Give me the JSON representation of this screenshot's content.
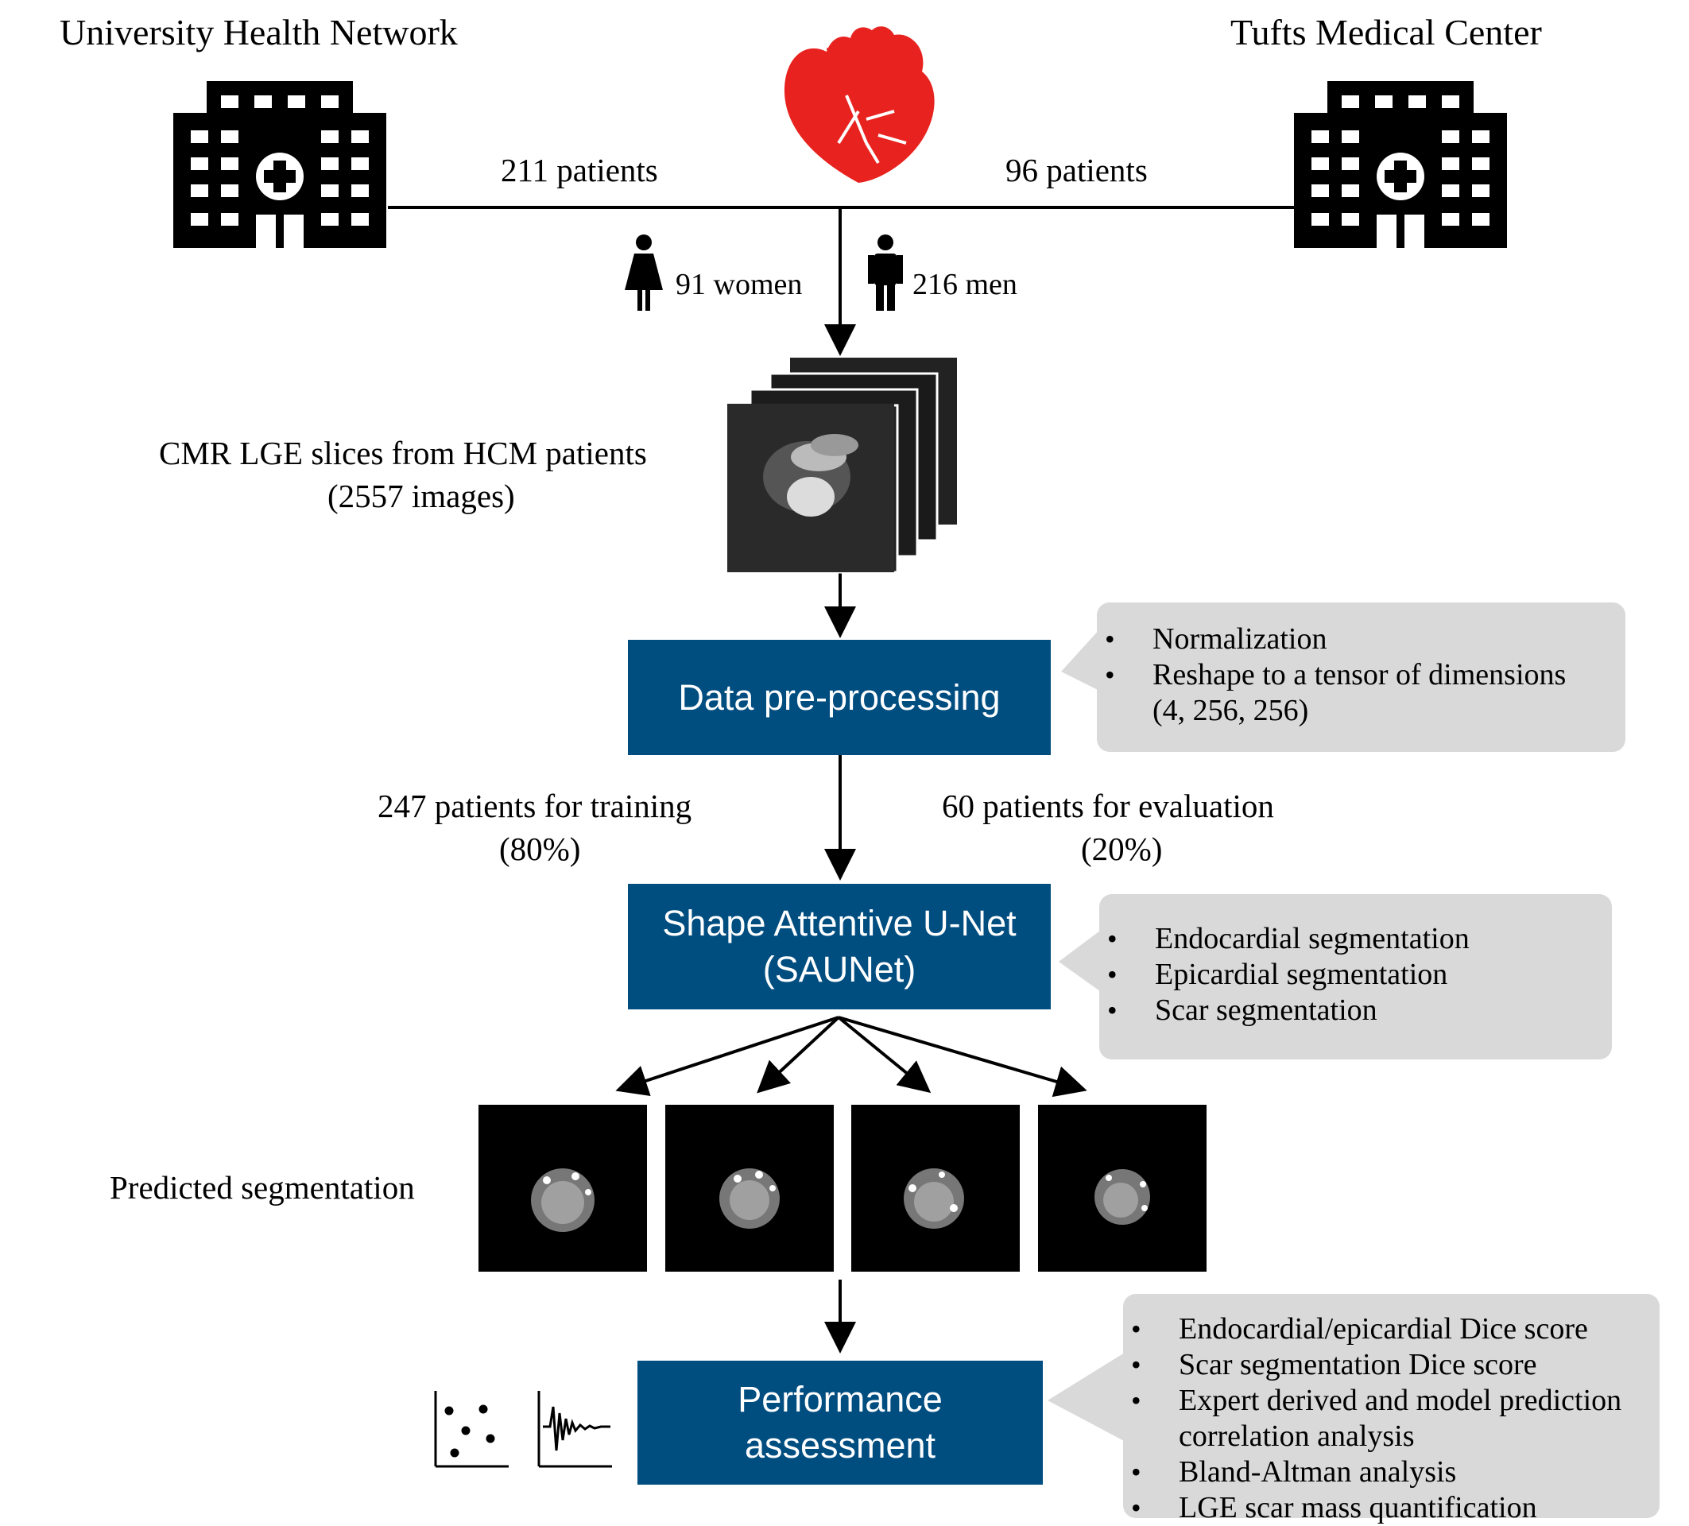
{
  "sites": {
    "left": {
      "name": "University Health Network",
      "patients": "211 patients"
    },
    "right": {
      "name": "Tufts Medical Center",
      "patients": "96 patients"
    }
  },
  "demographics": {
    "women": "91 women",
    "men": "216 men"
  },
  "images": {
    "label_line1": "CMR LGE slices from HCM patients",
    "label_line2": "(2557 images)"
  },
  "preprocessing": {
    "title": "Data pre-processing",
    "bullets": [
      "Normalization",
      "Reshape to a tensor of dimensions",
      "(4, 256, 256)"
    ]
  },
  "split": {
    "training_line1": "247 patients for training",
    "training_line2": "(80%)",
    "evaluation_line1": "60 patients for evaluation",
    "evaluation_line2": "(20%)"
  },
  "model": {
    "title_line1": "Shape Attentive U-Net",
    "title_line2": "(SAUNet)",
    "bullets": [
      "Endocardial segmentation",
      "Epicardial segmentation",
      "Scar segmentation"
    ]
  },
  "predicted": {
    "label": "Predicted segmentation"
  },
  "assessment": {
    "title_line1": "Performance",
    "title_line2": "assessment",
    "bullets": [
      "Endocardial/epicardial Dice score",
      "Scar segmentation Dice score",
      "Expert derived and model prediction",
      "correlation analysis",
      "Bland-Altman analysis",
      "LGE scar mass quantification"
    ]
  },
  "colors": {
    "box_blue": "#004d80",
    "callout_gray": "#d9d9d9",
    "heart_red": "#e8231f"
  },
  "icons": [
    "hospital-icon",
    "heart-icon",
    "woman-icon",
    "man-icon",
    "scatter-plot-icon",
    "signal-plot-icon"
  ]
}
